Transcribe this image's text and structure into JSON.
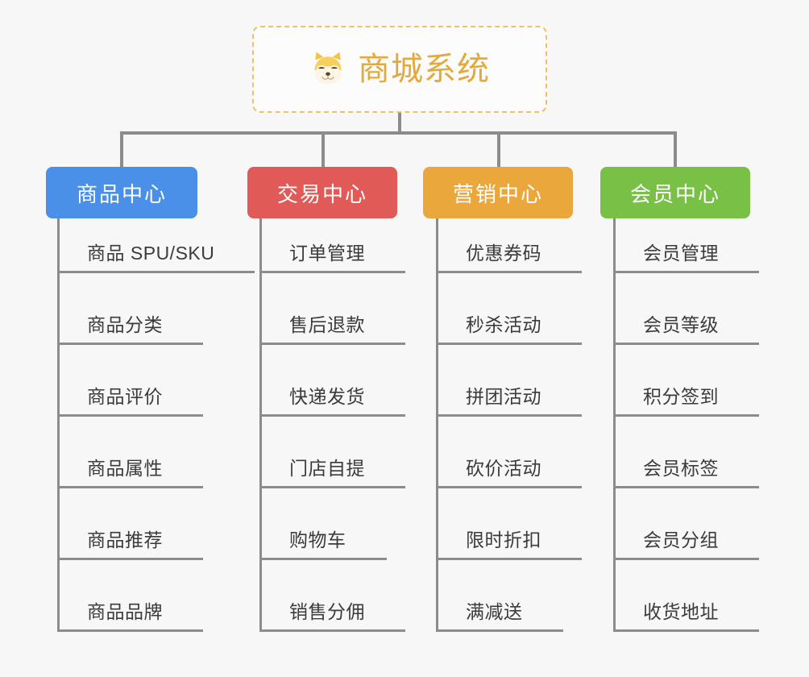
{
  "canvas": {
    "background": "#f7f7f7",
    "line_color": "#8c8c8c",
    "text_color": "#3b3b3b"
  },
  "root": {
    "title": "商城系统",
    "icon": "shiba-dog-icon",
    "accent": "#e3a93c",
    "border_color": "#eec06a",
    "fill": "#fcfcfc"
  },
  "branches": [
    {
      "label": "商品中心",
      "color": "#4a90e8",
      "items": [
        "商品 SPU/SKU",
        "商品分类",
        "商品评价",
        "商品属性",
        "商品推荐",
        "商品品牌"
      ]
    },
    {
      "label": "交易中心",
      "color": "#e05b58",
      "items": [
        "订单管理",
        "售后退款",
        "快递发货",
        "门店自提",
        "购物车",
        "销售分佣"
      ]
    },
    {
      "label": "营销中心",
      "color": "#eaa73c",
      "items": [
        "优惠券码",
        "秒杀活动",
        "拼团活动",
        "砍价活动",
        "限时折扣",
        "满减送"
      ]
    },
    {
      "label": "会员中心",
      "color": "#78c046",
      "items": [
        "会员管理",
        "会员等级",
        "积分签到",
        "会员标签",
        "会员分组",
        "收货地址"
      ]
    }
  ]
}
